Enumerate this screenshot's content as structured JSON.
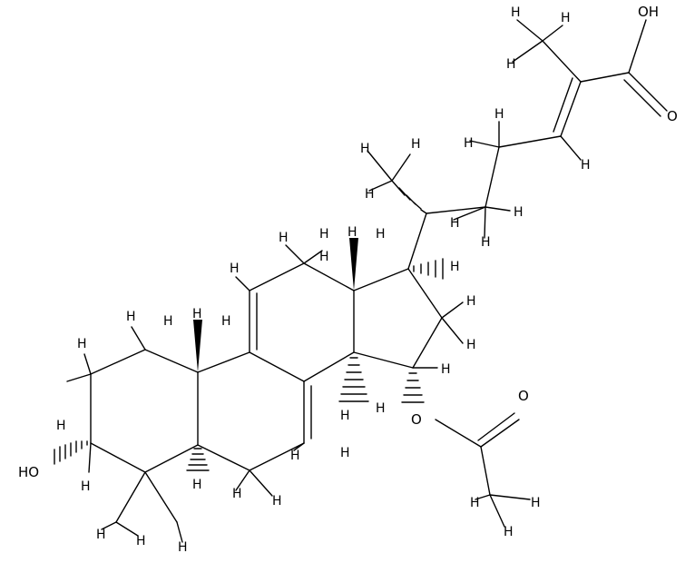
{
  "molecule": {
    "atom_labels": {
      "oxygen": "O",
      "hydroxyl": "HO",
      "hydrogen": "H",
      "carboxyl_oh": "OH",
      "ester_o": "O"
    }
  }
}
